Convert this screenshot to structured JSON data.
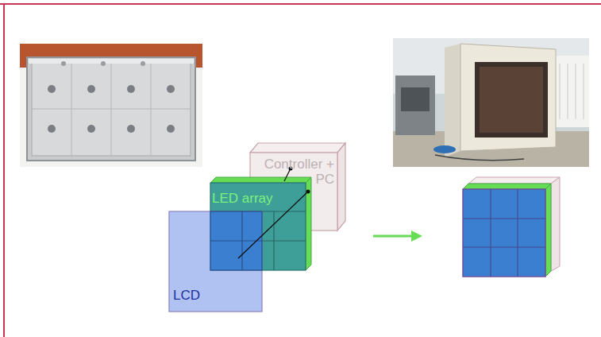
{
  "diagram": {
    "nodes": [
      {
        "text": [
          "Controller + PC"
        ]
      },
      {
        "text": [
          "LED array"
        ]
      },
      {
        "text": [
          "LCD"
        ]
      }
    ]
  }
}
